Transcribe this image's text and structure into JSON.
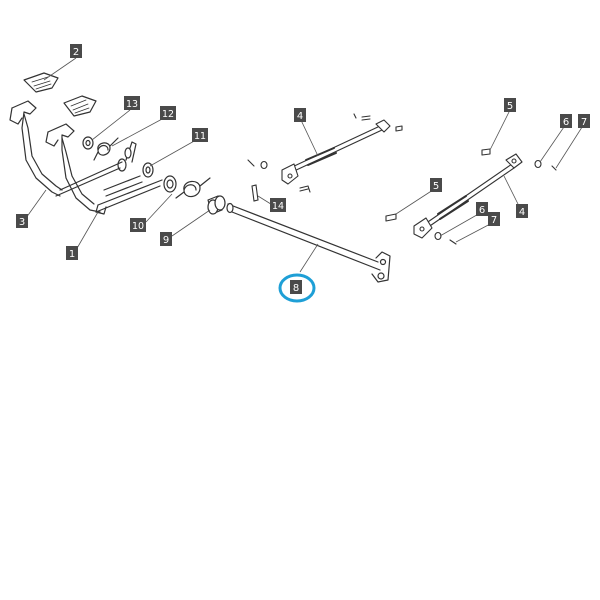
{
  "callouts": [
    {
      "id": "c2",
      "label": "2",
      "highlighted": false
    },
    {
      "id": "c13",
      "label": "13",
      "highlighted": false
    },
    {
      "id": "c12",
      "label": "12",
      "highlighted": false
    },
    {
      "id": "c11",
      "label": "11",
      "highlighted": false
    },
    {
      "id": "c10",
      "label": "10",
      "highlighted": false
    },
    {
      "id": "c9",
      "label": "9",
      "highlighted": false
    },
    {
      "id": "c3",
      "label": "3",
      "highlighted": false
    },
    {
      "id": "c1",
      "label": "1",
      "highlighted": false
    },
    {
      "id": "c14",
      "label": "14",
      "highlighted": false
    },
    {
      "id": "c8",
      "label": "8",
      "highlighted": true
    },
    {
      "id": "c4a",
      "label": "4",
      "highlighted": false
    },
    {
      "id": "c5a",
      "label": "5",
      "highlighted": false
    },
    {
      "id": "c6a",
      "label": "6",
      "highlighted": false
    },
    {
      "id": "c7a",
      "label": "7",
      "highlighted": false
    },
    {
      "id": "c4b",
      "label": "4",
      "highlighted": false
    },
    {
      "id": "c5b",
      "label": "5",
      "highlighted": false
    },
    {
      "id": "c6b",
      "label": "6",
      "highlighted": false
    },
    {
      "id": "c7b",
      "label": "7",
      "highlighted": false
    }
  ],
  "colors": {
    "callout_bg": "#4a4a4a",
    "callout_text": "#ffffff",
    "line": "#333333",
    "highlight_ring": "#1e9fd6"
  }
}
